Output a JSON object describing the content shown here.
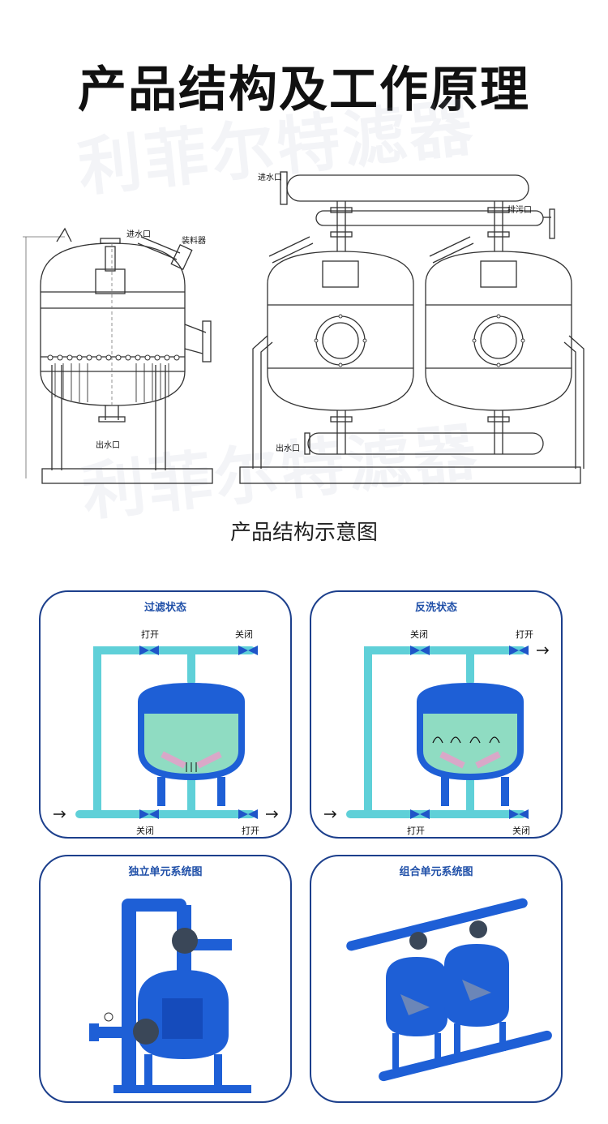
{
  "header": {
    "title": "产品结构及工作原理"
  },
  "watermark": {
    "text": "利菲尔特滤器"
  },
  "structure": {
    "caption": "产品结构示意图",
    "left_labels": {
      "inlet": "进水口",
      "loader": "装料器",
      "outlet": "出水口"
    },
    "right_labels": {
      "inlet": "进水口",
      "drain": "排污口",
      "outlet": "出水口"
    }
  },
  "panels": {
    "filter": {
      "title": "过滤状态",
      "top_left": "打开",
      "top_right": "关闭",
      "bottom_left": "关闭",
      "bottom_right": "打开"
    },
    "backwash": {
      "title": "反洗状态",
      "top_left": "关闭",
      "top_right": "打开",
      "bottom_left": "打开",
      "bottom_right": "关闭"
    },
    "single": {
      "title": "独立单元系统图"
    },
    "combined": {
      "title": "组合单元系统图"
    }
  },
  "colors": {
    "pipe": "#5fd0d8",
    "tank": "#1e5fd6",
    "tank_dark": "#0f3ea8",
    "media": "#8fdcc2",
    "panel_border": "#1c3f8c",
    "panel_title": "#1f4fa8",
    "valve": "#1f55c8"
  }
}
